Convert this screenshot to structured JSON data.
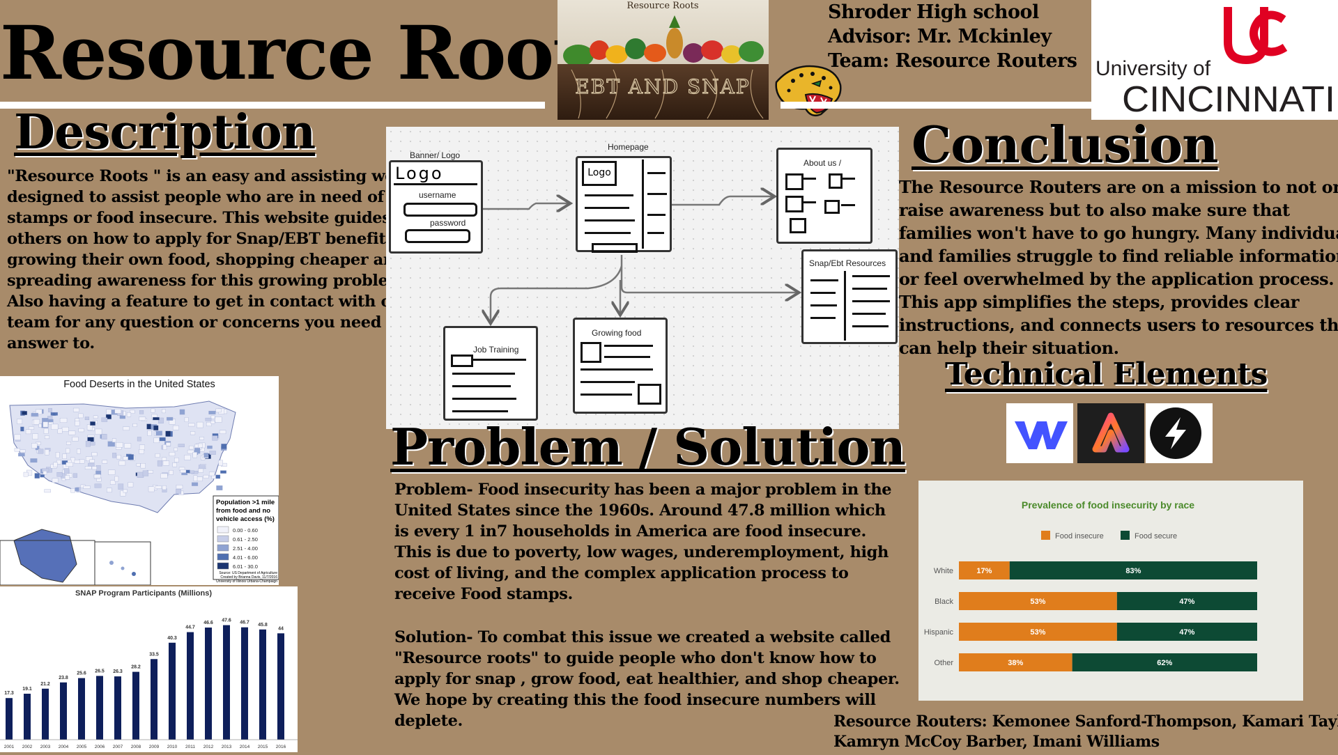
{
  "poster": {
    "title": "Resource Roots",
    "school_lines": [
      "Shroder High school",
      "Advisor: Mr. Mckinley",
      "Team: Resource Routers"
    ],
    "hero_image": {
      "caption": "Resource Roots",
      "sign_text": "EBT AND SNAP"
    },
    "uc_logo": {
      "line1": "University of",
      "line2": "CINCINNATI",
      "red": "#e00122",
      "dark": "#231f20"
    },
    "description": {
      "heading": "Description",
      "lines": [
        "\"Resource Roots \" is an easy and assisting website",
        "designed to assist people who are in need of  food",
        "stamps or food insecure. This website guides",
        "others on how to apply for Snap/EBT benefits,",
        "growing their own food, shopping cheaper and",
        "spreading awareness for this growing problem.",
        "Also having a feature to get in contact with our",
        "team for any question or concerns you need the",
        "answer to."
      ]
    },
    "wireframe": {
      "banner_label": "Banner/ Logo",
      "banner_logo": "Logo",
      "username": "username",
      "password": "password",
      "homepage_label": "Homepage",
      "homepage_logo": "Logo",
      "about_label": "About us /",
      "snap_label": "Snap/Ebt Resources",
      "job_label": "Job Training",
      "growing_label": "Growing food"
    },
    "map": {
      "title": "Food Deserts in the United States",
      "legend_title": [
        "Population >1 mile",
        "from food and no",
        "vehicle access (%)"
      ],
      "legend": [
        "0.00 - 0.60",
        "0.61 - 2.50",
        "2.51 - 4.00",
        "4.01 - 6.00",
        "6.01 - 30.0"
      ],
      "legend_colors": [
        "#f1f2fa",
        "#c6cde8",
        "#8fa3d2",
        "#4f6fb0",
        "#1b3570"
      ],
      "source": [
        "Source: US Department of Agriculture",
        "Created by Brianna Davis, 11/7/2016",
        "University of Illinois Urbana-Champaign"
      ]
    },
    "problem_solution": {
      "heading": "Problem / Solution",
      "problem_lines": [
        "Problem-  Food insecurity has been a major problem in the",
        "United States since the 1960s.  Around 47.8 million which",
        "is every 1 in7 households in America are food insecure.",
        "This is due to poverty, low wages, underemployment, high",
        "cost of living, and the complex application process to",
        "receive Food stamps."
      ],
      "solution_lines": [
        "Solution-  To combat this issue we created  a website called",
        "\"Resource roots\" to guide people who don't know  how to",
        "apply for snap , grow food, eat healthier, and shop cheaper.",
        "We hope by creating this the food insecure  numbers will",
        "deplete."
      ]
    },
    "conclusion": {
      "heading": "Conclusion",
      "lines": [
        "The Resource Routers  are on a mission to not only",
        "raise awareness but to also make sure that",
        "families won't have to go hungry. Many individuals",
        "and families struggle to find reliable information",
        "or feel overwhelmed by the application process.",
        "This app simplifies the steps, provides clear",
        "instructions, and connects users to resources that",
        "can help their situation."
      ]
    },
    "technical": {
      "heading": "Technical Elements",
      "tiles": [
        {
          "icon": "webflow-icon",
          "bg": "#ffffff",
          "fg": "#4353ff"
        },
        {
          "icon": "adobe-express-icon",
          "bg": "#1e1e1e",
          "fg": "#ff4b7d"
        },
        {
          "icon": "bolt-icon",
          "bg": "#ffffff",
          "fg": "#111111"
        }
      ]
    },
    "team_lines": [
      "Resource Routers: Kemonee Sanford-Thompson,  Kamari Taylor,",
      "Kamryn McCoy Barber, Imani Williams"
    ]
  },
  "chart_data": [
    {
      "type": "bar",
      "title": "SNAP Program Participants (Millions)",
      "categories": [
        "2001",
        "2002",
        "2003",
        "2004",
        "2005",
        "2006",
        "2007",
        "2008",
        "2009",
        "2010",
        "2011",
        "2012",
        "2013",
        "2014",
        "2015",
        "2016"
      ],
      "values": [
        17.3,
        19.1,
        21.2,
        23.8,
        25.6,
        26.5,
        26.3,
        28.2,
        33.5,
        40.3,
        44.7,
        46.6,
        47.6,
        46.7,
        45.8,
        44.2
      ],
      "value_labels": [
        "17.3",
        "19.1",
        "21.2",
        "23.8",
        "25.6",
        "26.5",
        "26.3",
        "28.2",
        "33.5",
        "40.3",
        "44.7",
        "46.6",
        "47.6",
        "46.7",
        "45.8",
        "44"
      ],
      "ylim": [
        0,
        55
      ],
      "bar_color": "#0e1f5b",
      "grid": false
    },
    {
      "type": "bar",
      "orientation": "horizontal-stacked",
      "title": "Prevalence of food insecurity by race",
      "categories": [
        "White",
        "Black",
        "Hispanic",
        "Other"
      ],
      "series": [
        {
          "name": "Food insecure",
          "values": [
            17,
            53,
            53,
            38
          ],
          "labels": [
            "17%",
            "53%",
            "53%",
            "38%"
          ],
          "color": "#e07d1c"
        },
        {
          "name": "Food secure",
          "values": [
            83,
            47,
            47,
            62
          ],
          "labels": [
            "83%",
            "47%",
            "47%",
            "62%"
          ],
          "color": "#0d4a34"
        }
      ],
      "xlim": [
        0,
        100
      ],
      "legend": "top",
      "title_color": "#4a8a2a"
    }
  ]
}
